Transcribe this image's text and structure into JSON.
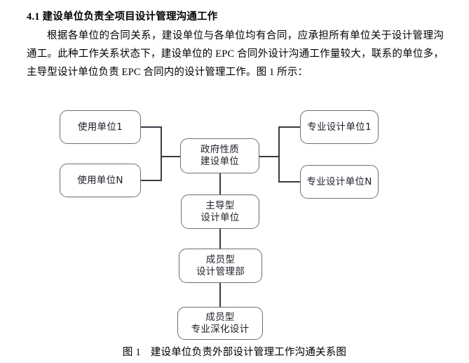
{
  "document": {
    "heading": "4.1 建设单位负责全项目设计管理沟通工作",
    "paragraph": "根据各单位的合同关系，建设单位与各单位均有合同，应承担所有单位关于设计管理沟通工。此种工作关系状态下，建设单位的 EPC 合同外设计沟通工作量较大，联系的单位多，主导型设计单位负责 EPC 合同内的设计管理工作。图 1 所示："
  },
  "figure": {
    "caption_label": "图 1",
    "caption_text": "建设单位负责外部设计管理工作沟通关系图",
    "border_color": "#6e6e78",
    "connector_color": "#3a3a44",
    "nodes": {
      "user_unit_1": "使用单位1",
      "user_unit_n": "使用单位N",
      "government_owner_line1": "政府性质",
      "government_owner_line2": "建设单位",
      "lead_design_line1": "主导型",
      "lead_design_line2": "设计单位",
      "member_mgmt_line1": "成员型",
      "member_mgmt_line2": "设计管理部",
      "member_deepen_line1": "成员型",
      "member_deepen_line2": "专业深化设计",
      "pro_design_1": "专业设计单位1",
      "pro_design_n": "专业设计单位N"
    }
  }
}
